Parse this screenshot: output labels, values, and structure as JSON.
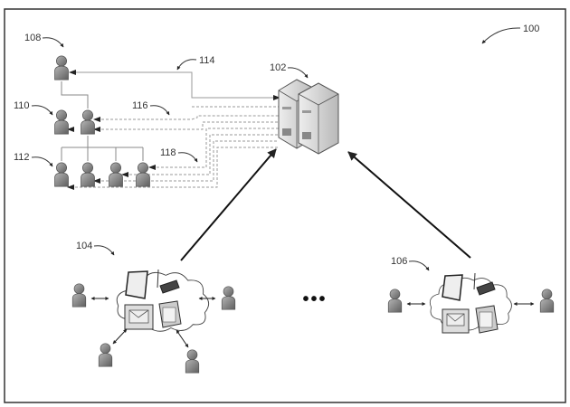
{
  "figure": {
    "reference_numerals": {
      "system": "100",
      "server": "102",
      "cluster_a": "104",
      "cluster_b": "106",
      "tier_top": "108",
      "tier_middle": "110",
      "tier_bottom": "112",
      "link_group_a": "114",
      "link_group_b": "116",
      "link_group_c": "118"
    },
    "ellipsis": "•••",
    "hierarchy": {
      "tiers": [
        {
          "ref": "108",
          "user_count": 1
        },
        {
          "ref": "110",
          "user_count": 2
        },
        {
          "ref": "112",
          "user_count": 4
        }
      ]
    },
    "clusters": [
      {
        "ref": "104",
        "devices": [
          "tablet",
          "phone",
          "email",
          "computer"
        ],
        "user_count": 4
      },
      {
        "ref": "106",
        "devices": [
          "tablet",
          "phone",
          "email",
          "computer"
        ],
        "user_count": 2
      }
    ],
    "colors": {
      "line": "#222222",
      "dashed_link": "#9a9a9a",
      "person": "#7a7a7a",
      "server": "#d6d6d6"
    }
  }
}
